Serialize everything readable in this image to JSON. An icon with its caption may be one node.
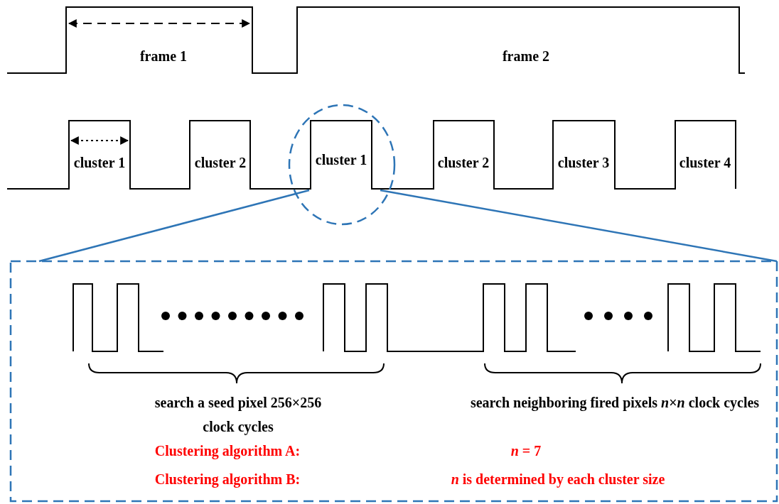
{
  "diagram": {
    "labels": [
      "frame 1",
      "frame 2",
      "cluster 1",
      "cluster 2",
      "cluster 1",
      "cluster 2",
      "cluster 3",
      "cluster 4",
      "search a seed pixel 256×256 clock cycles",
      "search neighboring fired pixels *n*×*n* clock cycles",
      "Clustering algorithm A:",
      "*n* = 7",
      "Clustering algorithm B:",
      "*n* is determined by each cluster size"
    ]
  }
}
